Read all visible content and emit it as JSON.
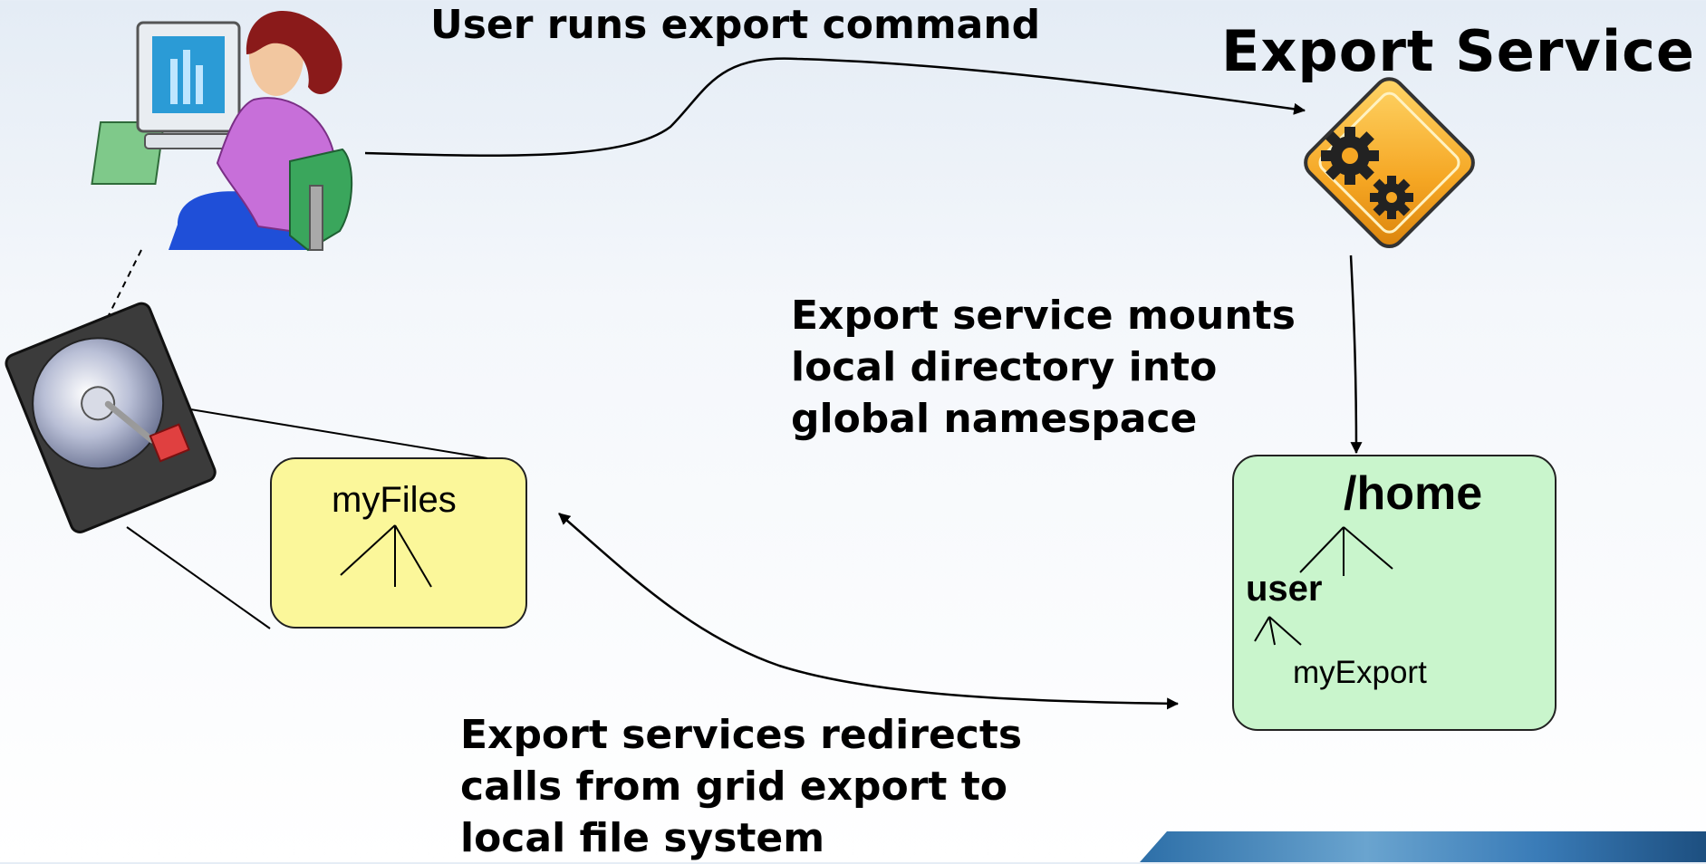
{
  "labels": {
    "user_action": "User runs export command",
    "service_title": "Export Service",
    "mount_note": "Export service mounts\nlocal directory into\nglobal namespace",
    "redirect_note": "Export services redirects\ncalls from grid export to\nlocal file system"
  },
  "local_tree": {
    "root": "myFiles"
  },
  "global_tree": {
    "root": "/home",
    "child": "user",
    "leaf": "myExport"
  },
  "icons": [
    "user-at-computer-icon",
    "hard-drive-icon",
    "gears-service-icon"
  ],
  "colors": {
    "local_box": "#fbf79a",
    "global_box": "#c9f5cc",
    "service_icon": "#f5a623"
  }
}
